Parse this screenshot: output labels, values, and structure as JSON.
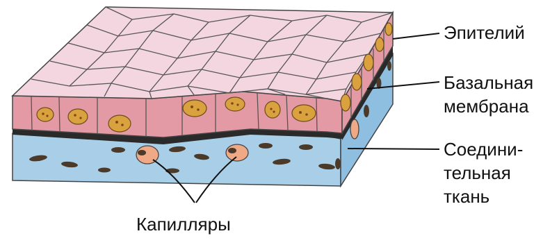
{
  "labels": {
    "epithelium": "Эпителий",
    "basal_line1": "Базальная",
    "basal_line2": "мембрана",
    "connective_line1": "Соедини-",
    "connective_line2": "тельная",
    "connective_line3": "ткань",
    "capillaries": "Капилляры"
  },
  "colors": {
    "epithelium_top": "#f4d6e0",
    "epithelium_side": "#e39aa4",
    "cell_outline": "#555555",
    "nucleus_fill": "#d9a23e",
    "nucleus_spot": "#7a4a16",
    "basal_membrane": "#2a2a2a",
    "connective_front": "#a9cfe8",
    "connective_side": "#8fbfe0",
    "capillary_fill": "#f0a987",
    "dark_nucleus": "#4b3a2a"
  }
}
